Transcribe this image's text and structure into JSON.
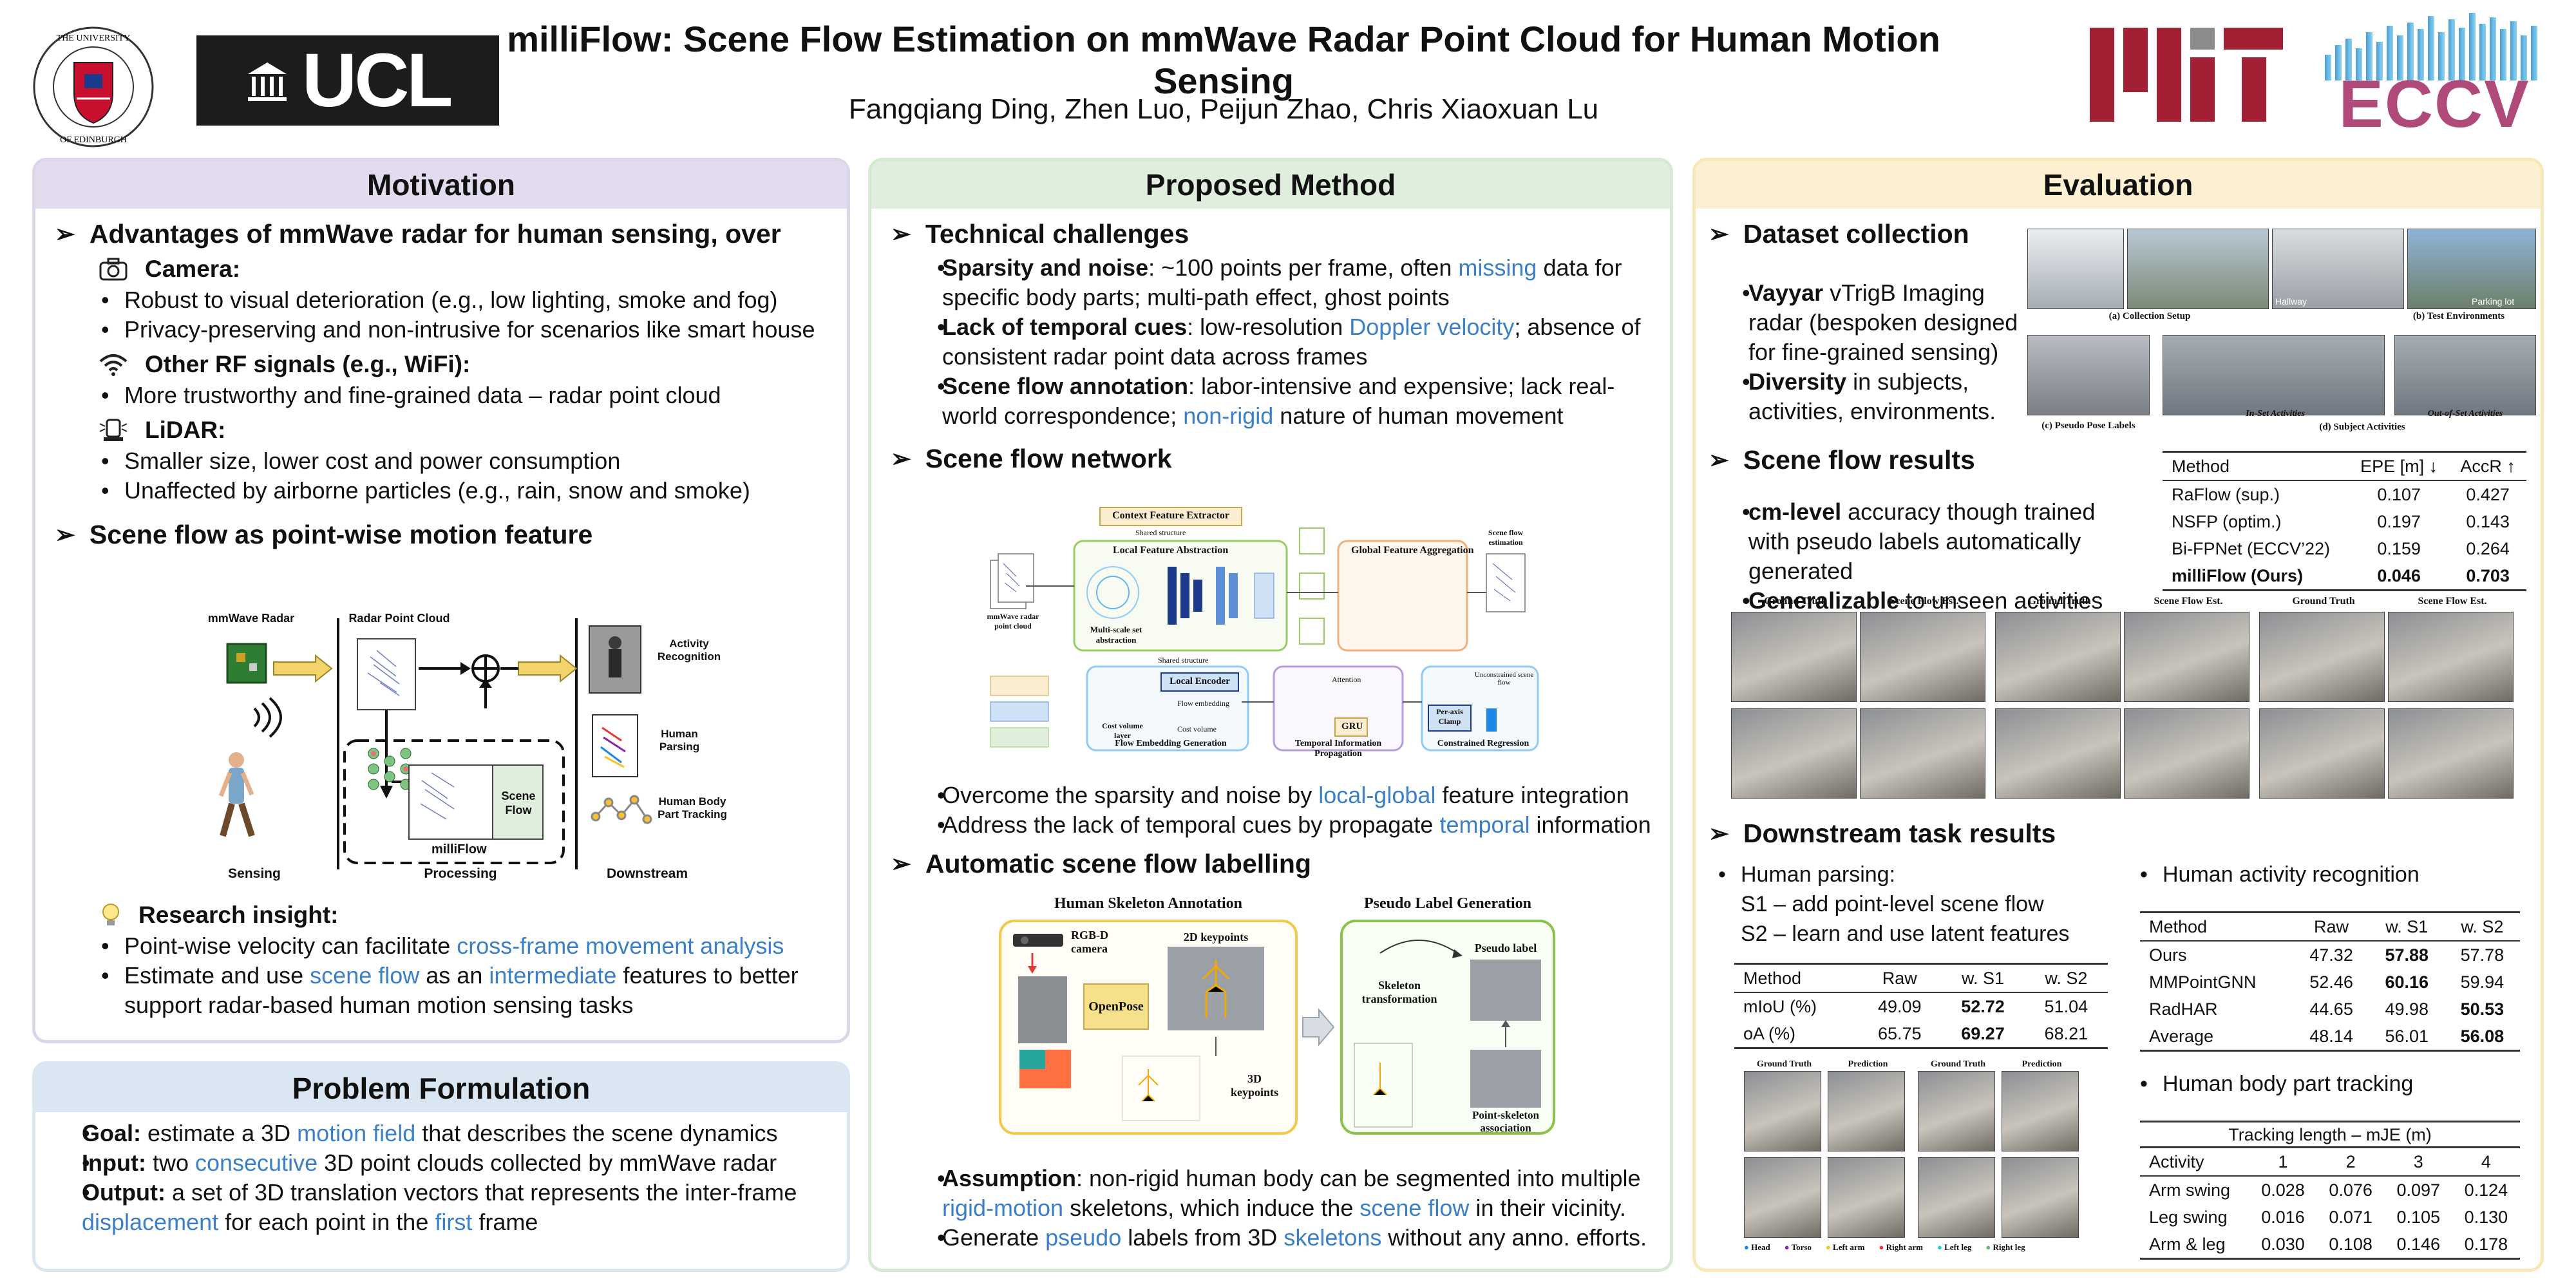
{
  "header": {
    "title": "milliFlow: Scene Flow Estimation on mmWave Radar Point Cloud for Human Motion Sensing",
    "authors": "Fangqiang Ding, Zhen Luo, Peijun Zhao, Chris Xiaoxuan Lu",
    "ucl": "UCL",
    "mit": "MIT",
    "eccv": "ECCV",
    "edinburgh_seal": "THE UNIVERSITY OF EDINBURGH"
  },
  "motivation": {
    "title": "Motivation",
    "h1": "Advantages of mmWave radar for human sensing, over",
    "camera_label": "Camera:",
    "camera_items": [
      "Robust to visual deterioration (e.g., low lighting, smoke and fog)",
      "Privacy-preserving and non-intrusive for scenarios like smart house"
    ],
    "rf_label": "Other RF signals (e.g., WiFi):",
    "rf_items": [
      "More trustworthy and fine-grained data – radar point cloud"
    ],
    "lidar_label": "LiDAR:",
    "lidar_items": [
      "Smaller size, lower cost and power consumption",
      "Unaffected by airborne particles (e.g., rain, snow and smoke)"
    ],
    "h2": "Scene flow as point-wise motion feature",
    "fig": {
      "mmwave_radar": "mmWave Radar",
      "radar_point_cloud": "Radar Point Cloud",
      "activity_recognition": "Activity Recognition",
      "human_parsing": "Human Parsing",
      "human_body_part_tracking": "Human Body Part Tracking",
      "scene_flow": "Scene Flow",
      "milliflow": "milliFlow",
      "sensing": "Sensing",
      "processing": "Processing",
      "downstream": "Downstream"
    },
    "insight_label": "Research insight:",
    "insight_1a": "Point-wise velocity can facilitate ",
    "insight_1b": "cross-frame movement analysis",
    "insight_2a": "Estimate and use ",
    "insight_2b": "scene flow",
    "insight_2c": " as an ",
    "insight_2d": "intermediate",
    "insight_2e": " features to better support radar-based human motion sensing tasks"
  },
  "problem": {
    "title": "Problem Formulation",
    "goal_label": "Goal:",
    "goal_a": " estimate a 3D ",
    "goal_b": "motion field",
    "goal_c": " that describes the scene dynamics",
    "input_label": "Input:",
    "input_a": " two ",
    "input_b": "consecutive",
    "input_c": " 3D point clouds collected by mmWave radar",
    "output_label": "Output:",
    "output_a": " a set of 3D translation vectors that represents the inter-frame ",
    "output_b": "displacement",
    "output_c": " for each point in the ",
    "output_d": "first",
    "output_e": " frame"
  },
  "method": {
    "title": "Proposed Method",
    "h1": "Technical challenges",
    "c1_label": "Sparsity and noise",
    "c1_a": ":  ~100 points per frame, often ",
    "c1_b": "missing",
    "c1_c": " data for specific body parts; multi-path effect, ghost points",
    "c2_label": "Lack of temporal cues",
    "c2_a": ": low-resolution ",
    "c2_b": "Doppler velocity",
    "c2_c": "; absence of consistent radar point data across frames",
    "c3_label": "Scene flow annotation",
    "c3_a": ": labor-intensive and expensive; lack real-world correspondence; ",
    "c3_b": "non-rigid",
    "c3_c": " nature of human movement",
    "h2": "Scene flow network",
    "net": {
      "context": "Context Feature Extractor",
      "shared1": "Shared structure",
      "local_abs": "Local Feature Abstraction",
      "global_agg": "Global Feature Aggregation",
      "multiscale": "Multi-scale set abstraction",
      "input_pc": "mmWave radar point cloud",
      "sf_est": "Scene flow estimation",
      "shared2": "Shared structure",
      "local_enc": "Local Encoder",
      "flow_emb": "Flow embedding",
      "cost_layer": "Cost volume layer",
      "cost_vol": "Cost volume",
      "flow_gen": "Flow Embedding Generation",
      "gru": "GRU",
      "attention": "Attention",
      "temporal": "Temporal Information Propagation",
      "per_axis": "Per-axis Clamp",
      "constrained": "Constrained Regression",
      "unconstrained": "Unconstrained scene flow"
    },
    "b1_a": "Overcome the sparsity and noise by ",
    "b1_b": "local-global",
    "b1_c": " feature integration",
    "b2_a": "Address the lack of temporal cues by propagate ",
    "b2_b": "temporal",
    "b2_c": " information",
    "h3": "Automatic scene flow labelling",
    "label_fig": {
      "skeleton_ann": "Human Skeleton Annotation",
      "pseudo_gen": "Pseudo Label Generation",
      "rgbd": "RGB-D camera",
      "kp2d": "2D keypoints",
      "openpose": "OpenPose",
      "kp3d": "3D keypoints",
      "skel_trans": "Skeleton transformation",
      "pseudo_label": "Pseudo label",
      "point_skel": "Point-skeleton association"
    },
    "a1_label": "Assumption",
    "a1_a": ": non-rigid human body can be segmented into multiple ",
    "a1_b": "rigid-motion",
    "a1_c": " skeletons, which induce the ",
    "a1_d": "scene flow",
    "a1_e": " in their vicinity.",
    "a2_a": "Generate ",
    "a2_b": "pseudo",
    "a2_c": " labels from 3D ",
    "a2_d": "skeletons",
    "a2_e": " without any anno. efforts."
  },
  "evaluation": {
    "title": "Evaluation",
    "h1": "Dataset collection",
    "d1_label": "Vayyar",
    "d1_text": " vTrigB Imaging radar (bespoken designed for fine-grained sensing)",
    "d2_label": "Diversity",
    "d2_text": " in subjects, activities, environments.",
    "captions": {
      "a": "(a) Collection Setup",
      "b": "(b) Test Environments",
      "c": "(c) Pseudo Pose Labels",
      "d": "(d) Subject Activities",
      "in_set": "In-Set Activities",
      "out_set": "Out-of-Set Activities",
      "hallway": "Hallway",
      "parking": "Parking lot"
    },
    "h2": "Scene flow results",
    "r1_label": "cm-level",
    "r1_text": " accuracy though trained with pseudo labels automatically generated",
    "r2_label": "Generalizable",
    "r2_text": " to unseen activities",
    "sf_table": {
      "headers": [
        "Method",
        "EPE [m] ↓",
        "AccR ↑"
      ],
      "rows": [
        [
          "RaFlow (sup.)",
          "0.107",
          "0.427"
        ],
        [
          "NSFP (optim.)",
          "0.197",
          "0.143"
        ],
        [
          "Bi-FPNet (ECCV’22)",
          "0.159",
          "0.264"
        ],
        [
          "milliFlow (Ours)",
          "0.046",
          "0.703"
        ]
      ]
    },
    "vis_labels": [
      "Ground Truth",
      "Scene Flow Est.",
      "Ground Truth",
      "Scene Flow Est.",
      "Ground Truth",
      "Scene Flow Est."
    ],
    "h3": "Downstream task results",
    "parsing_title": "Human parsing:",
    "parsing_s1": "S1 – add point-level scene flow",
    "parsing_s2": "S2 – learn and use latent features",
    "parsing_table": {
      "headers": [
        "Method",
        "Raw",
        "w. S1",
        "w. S2"
      ],
      "rows": [
        [
          "mIoU (%)",
          "49.09",
          "52.72",
          "51.04"
        ],
        [
          "oA (%)",
          "65.75",
          "69.27",
          "68.21"
        ]
      ]
    },
    "har_title": "Human activity recognition",
    "har_table": {
      "headers": [
        "Method",
        "Raw",
        "w. S1",
        "w. S2"
      ],
      "rows": [
        [
          "Ours",
          "47.32",
          "57.88",
          "57.78"
        ],
        [
          "MMPointGNN",
          "52.46",
          "60.16",
          "59.94"
        ],
        [
          "RadHAR",
          "44.65",
          "49.98",
          "50.53"
        ],
        [
          "Average",
          "48.14",
          "56.01",
          "56.08"
        ]
      ]
    },
    "track_title": "Human body part tracking",
    "track_table": {
      "caption": "Tracking length – mJE (m)",
      "headers": [
        "Activity",
        "1",
        "2",
        "3",
        "4"
      ],
      "rows": [
        [
          "Arm swing",
          "0.028",
          "0.076",
          "0.097",
          "0.124"
        ],
        [
          "Leg swing",
          "0.016",
          "0.071",
          "0.105",
          "0.130"
        ],
        [
          "Arm & leg",
          "0.030",
          "0.108",
          "0.146",
          "0.178"
        ]
      ]
    },
    "pred_labels": [
      "Ground Truth",
      "Prediction",
      "Ground Truth",
      "Prediction"
    ],
    "legend": [
      "Head",
      "Torso",
      "Left arm",
      "Right arm",
      "Left leg",
      "Right leg"
    ]
  },
  "colors": {
    "motivation": "#e3dcee",
    "method": "#dfeedd",
    "evaluation": "#fbf0d2",
    "problem": "#dbe6f3",
    "accent_blue": "#3b7fc6",
    "mit_red": "#a31f34",
    "ucl_bg": "#1c1c1c"
  }
}
